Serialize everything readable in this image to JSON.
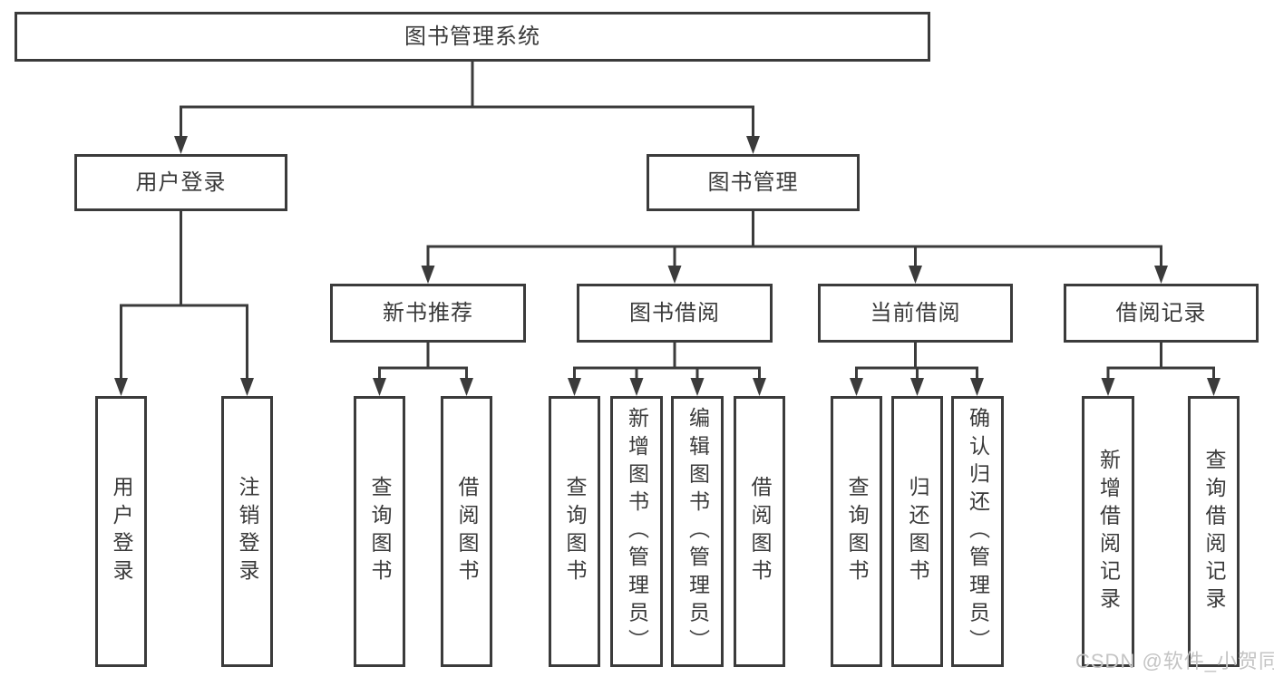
{
  "tree": {
    "label": "图书管理系统",
    "children": [
      {
        "label": "用户登录",
        "children": [
          {
            "label": "用户登录"
          },
          {
            "label": "注销登录"
          }
        ]
      },
      {
        "label": "图书管理",
        "children": [
          {
            "label": "新书推荐",
            "children": [
              {
                "label": "查询图书"
              },
              {
                "label": "借阅图书"
              }
            ]
          },
          {
            "label": "图书借阅",
            "children": [
              {
                "label": "查询图书"
              },
              {
                "label": "新增图书（管理员）"
              },
              {
                "label": "编辑图书（管理员）"
              },
              {
                "label": "借阅图书"
              }
            ]
          },
          {
            "label": "当前借阅",
            "children": [
              {
                "label": "查询图书"
              },
              {
                "label": "归还图书"
              },
              {
                "label": "确认归还（管理员）"
              }
            ]
          },
          {
            "label": "借阅记录",
            "children": [
              {
                "label": "新增借阅记录"
              },
              {
                "label": "查询借阅记录"
              }
            ]
          }
        ]
      }
    ]
  },
  "watermark": {
    "text": "CSDN @软件_小贺同学"
  },
  "colors": {
    "line": "#3b3b3b",
    "text": "#3a3a3a",
    "watermark": "#c4c4c4",
    "background": "#ffffff"
  }
}
